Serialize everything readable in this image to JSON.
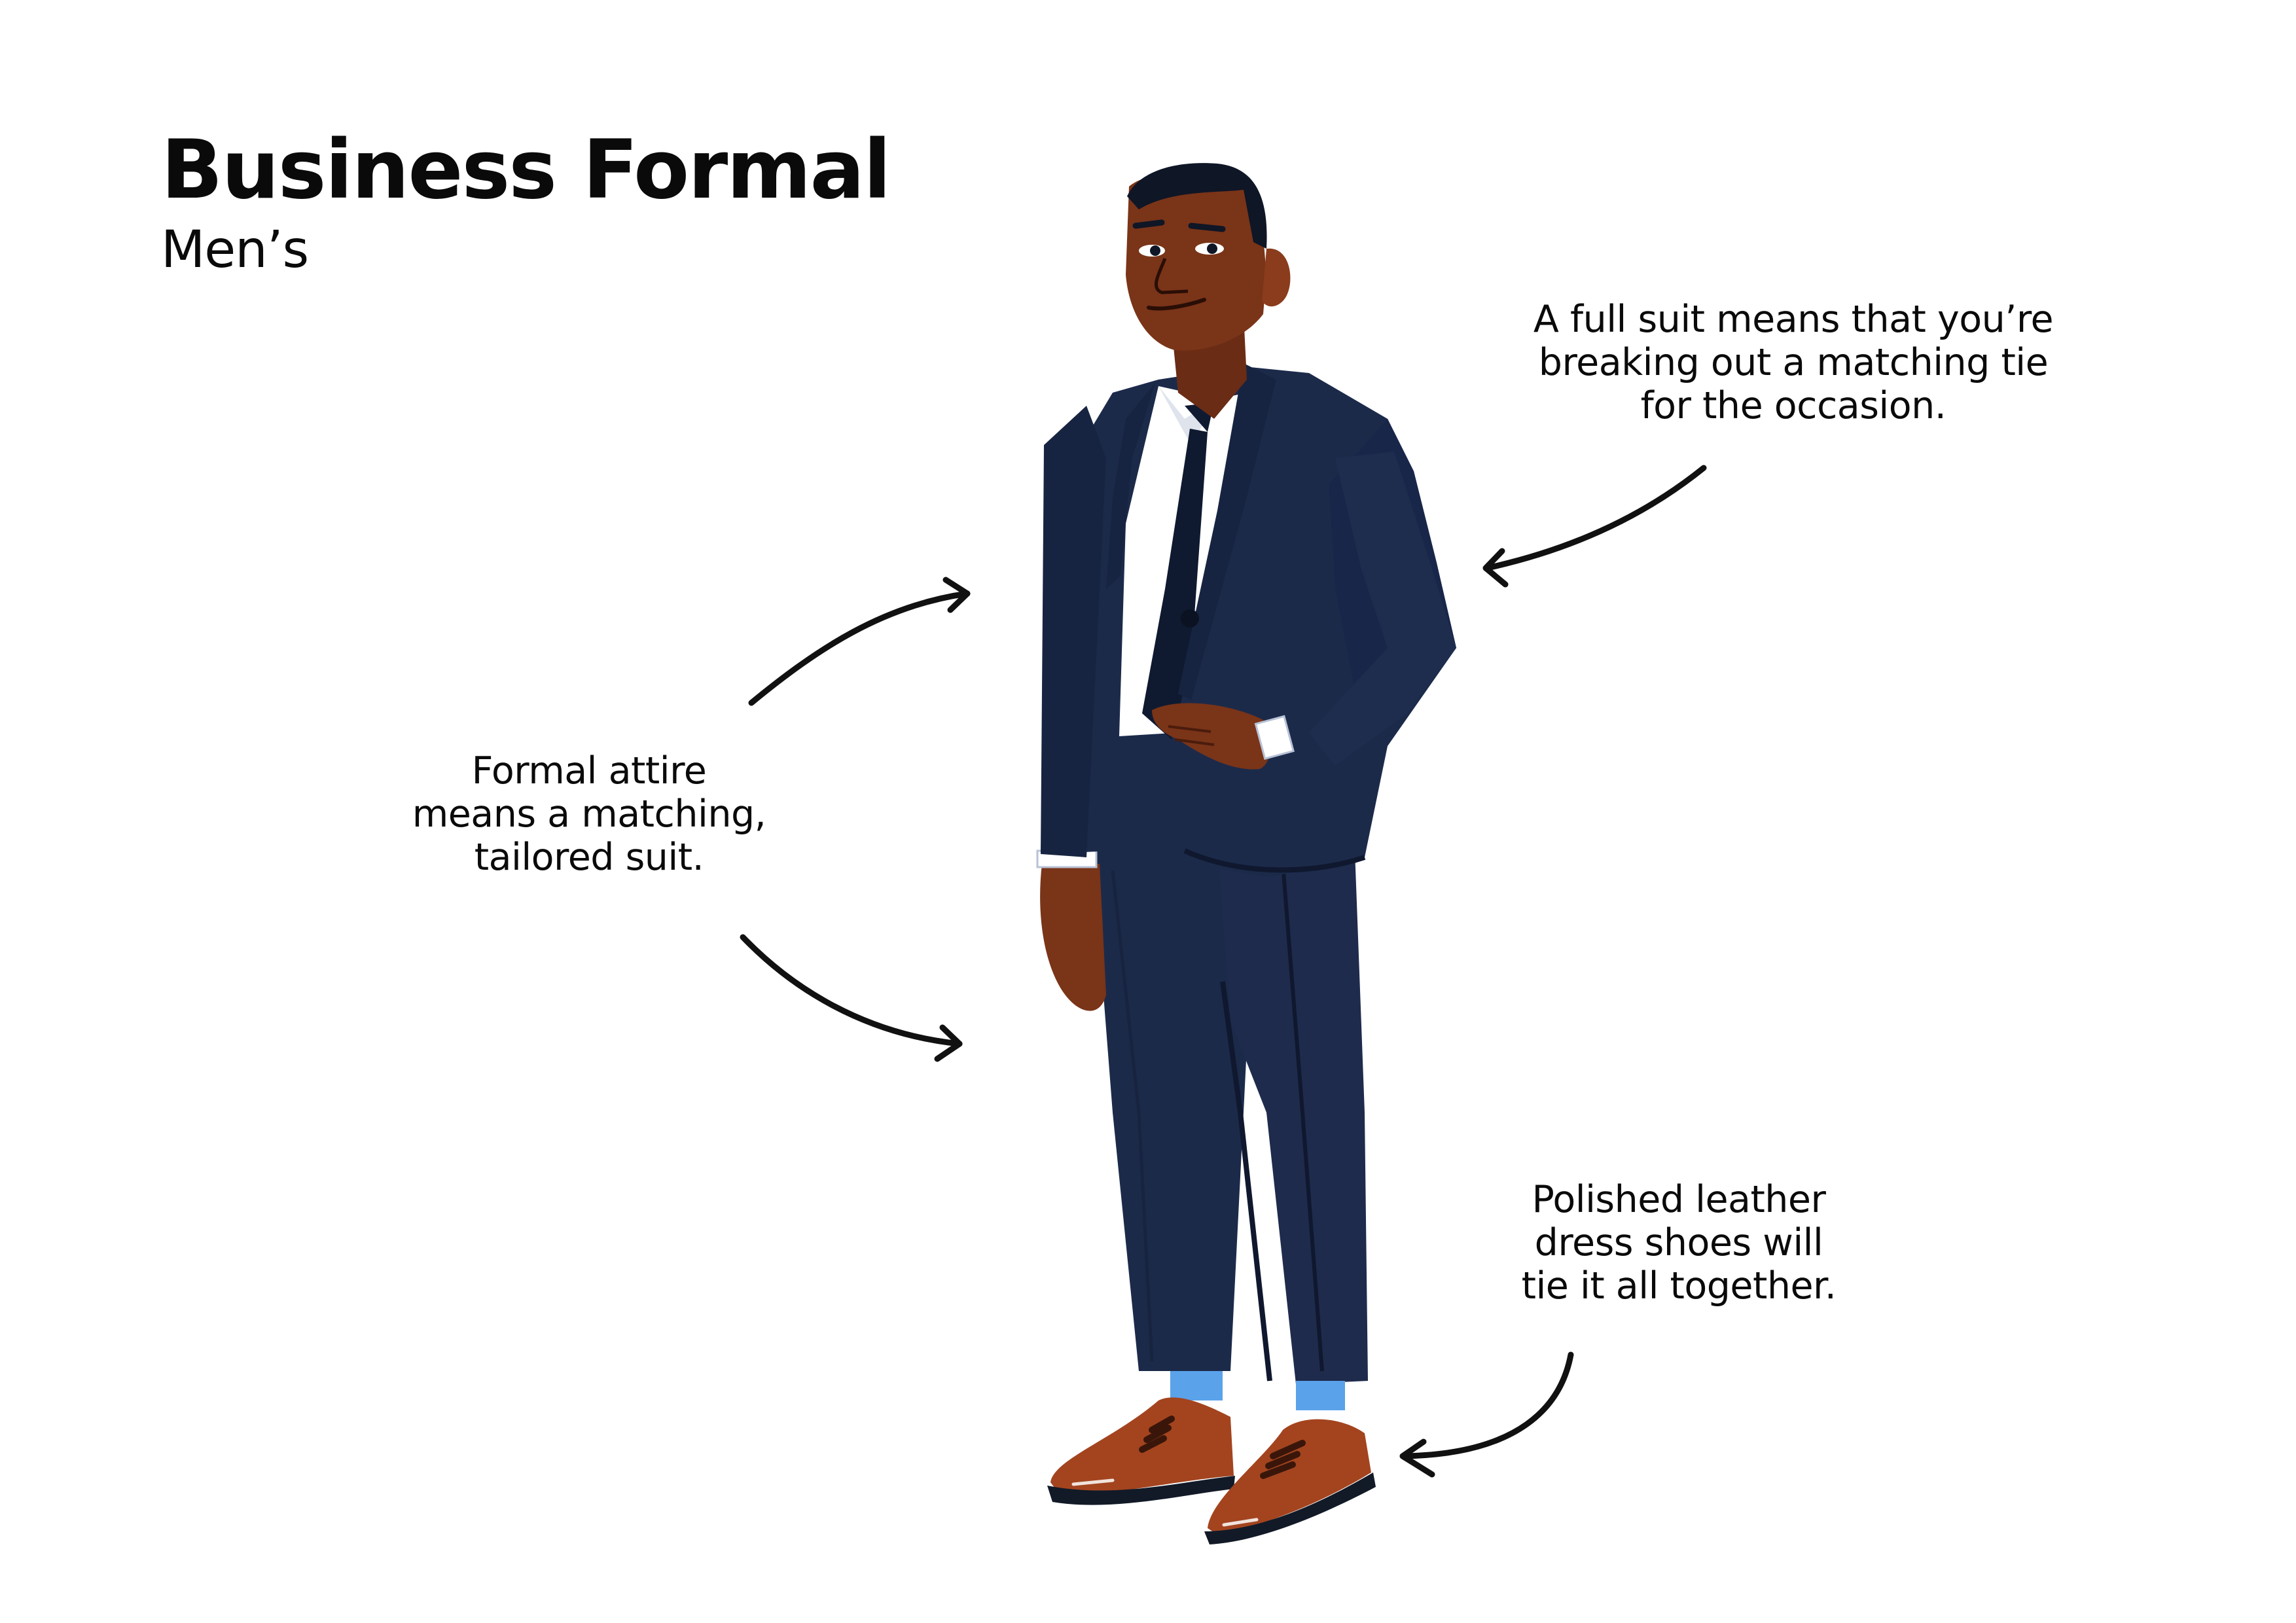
{
  "header": {
    "title": "Business Formal",
    "subtitle": "Men’s"
  },
  "annotations": {
    "tie": {
      "lines": [
        "A full suit means that you’re",
        "breaking out a matching tie",
        "for the occasion."
      ],
      "arrow_direction": "left"
    },
    "suit": {
      "lines": [
        "Formal attire",
        "means a matching,",
        "tailored suit."
      ],
      "arrow_direction": "right"
    },
    "shoes": {
      "lines": [
        "Polished leather",
        "dress shoes will",
        "tie it all together."
      ],
      "arrow_direction": "left"
    }
  },
  "illustration": {
    "subject": "man in navy business suit",
    "icons": [
      "figure-illustration",
      "curved-arrow-icon"
    ],
    "colors": {
      "suit": "#1c2a4a",
      "suit_shadow": "#101b33",
      "tie": "#0f1a30",
      "shirt": "#ffffff",
      "shirt_shade": "#d9dde6",
      "skin": "#7a3418",
      "skin_light": "#a24a24",
      "hair": "#0f1626",
      "shoe": "#a3441f",
      "shoe_dark": "#7a2e14",
      "sole": "#121a28",
      "sock": "#5aa2ea",
      "ink": "#111111"
    }
  }
}
